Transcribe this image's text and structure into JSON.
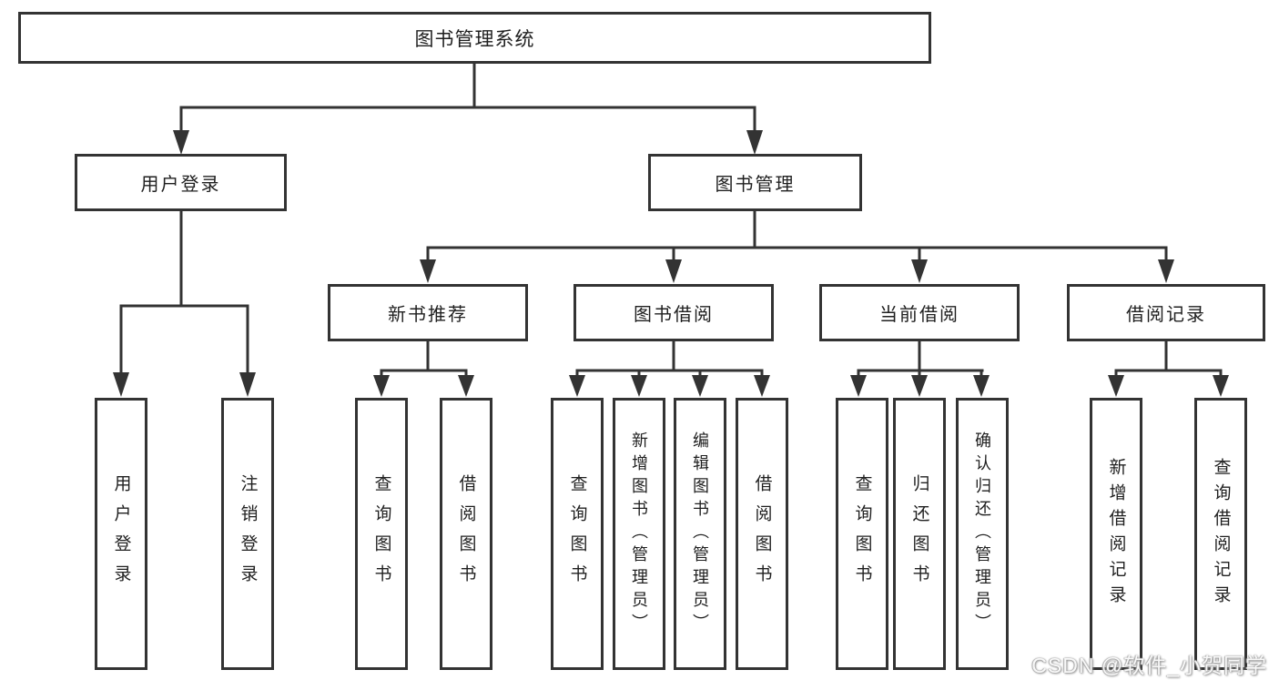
{
  "colors": {
    "line": "#333333",
    "text": "#1f1f1f",
    "background": "#ffffff"
  },
  "tree": {
    "root_label": "图书管理系统",
    "children": [
      {
        "label": "用户登录",
        "children": [
          {
            "label": "用户登录"
          },
          {
            "label": "注销登录"
          }
        ]
      },
      {
        "label": "图书管理",
        "children": [
          {
            "label": "新书推荐",
            "children": [
              {
                "label": "查询图书"
              },
              {
                "label": "借阅图书"
              }
            ]
          },
          {
            "label": "图书借阅",
            "children": [
              {
                "label": "查询图书"
              },
              {
                "label": "新增图书（管理员）"
              },
              {
                "label": "编辑图书（管理员）"
              },
              {
                "label": "借阅图书"
              }
            ]
          },
          {
            "label": "当前借阅",
            "children": [
              {
                "label": "查询图书"
              },
              {
                "label": "归还图书"
              },
              {
                "label": "确认归还（管理员）"
              }
            ]
          },
          {
            "label": "借阅记录",
            "children": [
              {
                "label": "新增借阅记录"
              },
              {
                "label": "查询借阅记录"
              }
            ]
          }
        ]
      }
    ]
  },
  "watermark": {
    "text": "CSDN @软件_小贺同学"
  }
}
